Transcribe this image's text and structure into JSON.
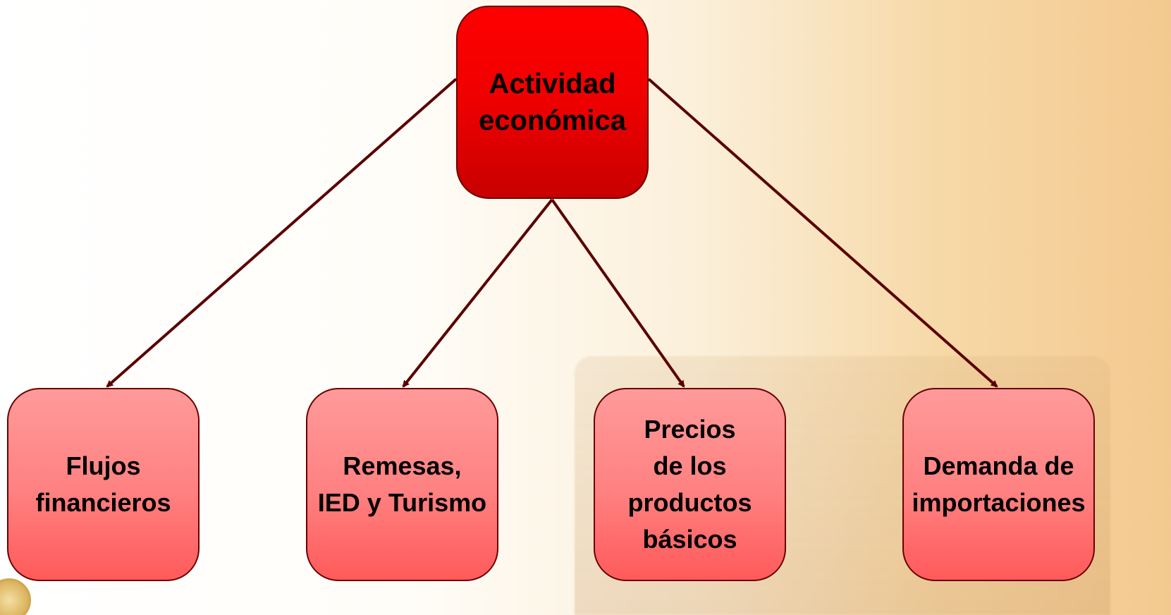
{
  "diagram": {
    "root": {
      "lines": [
        "Actividad",
        "económica"
      ]
    },
    "children": [
      {
        "lines": [
          "Flujos",
          "financieros"
        ]
      },
      {
        "lines": [
          "Remesas,",
          "IED y Turismo"
        ]
      },
      {
        "lines": [
          "Precios",
          "de los",
          "productos",
          "básicos"
        ]
      },
      {
        "lines": [
          "Demanda de",
          "importaciones"
        ]
      }
    ]
  },
  "colors": {
    "root_fill": "#ff0000",
    "child_fill": "#ff8a8a",
    "border": "#6a0000",
    "arrow": "#5a0000"
  }
}
